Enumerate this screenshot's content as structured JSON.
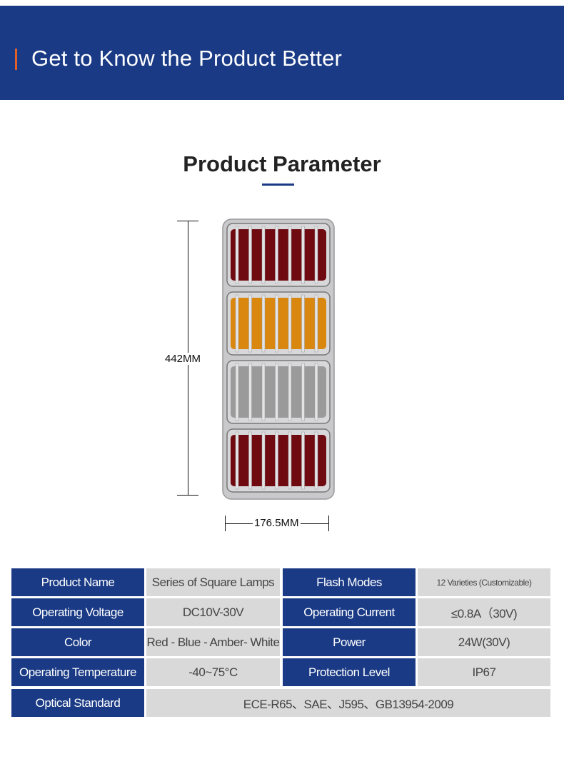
{
  "header": {
    "title": "Get to Know the Product Better"
  },
  "section": {
    "title": "Product Parameter"
  },
  "dimensions": {
    "height_label": "442MM",
    "width_label": "176.5MM"
  },
  "lamp": {
    "modules": [
      {
        "color": "red",
        "fill": "#6e0a10"
      },
      {
        "color": "amber",
        "fill": "#d9870e"
      },
      {
        "color": "white",
        "fill": "#9a9a9a"
      },
      {
        "color": "red",
        "fill": "#6e0a10"
      }
    ]
  },
  "table": {
    "rows": [
      [
        {
          "key": "Product Name",
          "value": "Series of Square Lamps"
        },
        {
          "key": "Flash Modes",
          "value": "12 Varieties (Customizable)"
        }
      ],
      [
        {
          "key": "Operating Voltage",
          "value": "DC10V-30V"
        },
        {
          "key": "Operating Current",
          "value": "≤0.8A（30V)"
        }
      ],
      [
        {
          "key": "Color",
          "value": "Red - Blue - Amber- White"
        },
        {
          "key": "Power",
          "value": "24W(30V)"
        }
      ],
      [
        {
          "key": "Operating Temperature",
          "value": "-40~75°C"
        },
        {
          "key": "Protection Level",
          "value": "IP67"
        }
      ],
      [
        {
          "key": "Optical Standard",
          "value": "ECE-R65、SAE、J595、GB13954-2009"
        }
      ]
    ]
  }
}
